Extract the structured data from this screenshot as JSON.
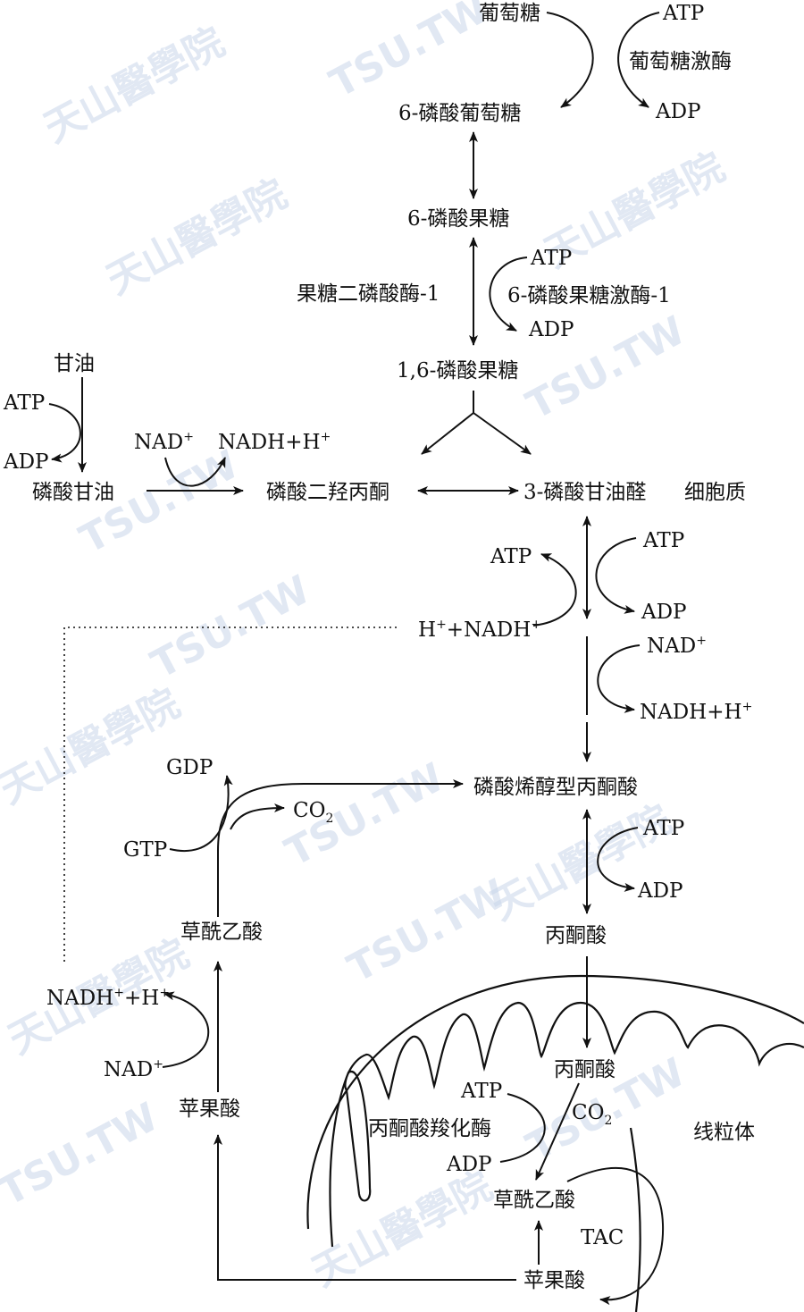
{
  "labels": {
    "glucose": "葡萄糖",
    "atp_hk": "ATP",
    "hexokinase": "葡萄糖激酶",
    "adp_hk": "ADP",
    "g6p": "6-磷酸葡萄糖",
    "f6p": "6-磷酸果糖",
    "atp_pfk": "ATP",
    "fbpase": "果糖二磷酸酶-1",
    "pfk": "6-磷酸果糖激酶-1",
    "adp_pfk": "ADP",
    "f16bp": "1,6-磷酸果糖",
    "glycerol": "甘油",
    "atp_gk": "ATP",
    "adp_gk": "ADP",
    "g3p_glycerol": "磷酸甘油",
    "nad_gpdh": "NAD",
    "nadh_gpdh": "NADH+H",
    "dhap": "磷酸二羟丙酮",
    "gap": "3-磷酸甘油醛",
    "cytoplasm": "细胞质",
    "atp_pgk_left": "ATP",
    "atp_pgk_right": "ATP",
    "adp_pgk": "ADP",
    "h_nadh_cyto": "H",
    "h_nadh_cyto2": "+NADH",
    "nad_gapdh": "NAD",
    "nadh_gapdh": "NADH+H",
    "pep": "磷酸烯醇型丙酮酸",
    "gdp": "GDP",
    "co2_pepck": "CO",
    "gtp": "GTP",
    "atp_pk": "ATP",
    "adp_pk": "ADP",
    "pyruvate_cyto": "丙酮酸",
    "oaa_cyto": "草酰乙酸",
    "nadh_mdh": "NADH",
    "nadh_mdh2": "+H",
    "nad_mdh": "NAD",
    "malate_cyto": "苹果酸",
    "pyruvate_mito": "丙酮酸",
    "atp_pc": "ATP",
    "co2_pc": "CO",
    "pyruvate_carboxylase": "丙酮酸羧化酶",
    "mitochondrion": "线粒体",
    "adp_pc": "ADP",
    "oaa_mito": "草酰乙酸",
    "tac": "TAC",
    "malate_mito": "苹果酸",
    "sup_plus": "+",
    "sub_two": "2"
  },
  "watermarks": {
    "site": "TSU.TW",
    "school": "天山醫學院"
  }
}
